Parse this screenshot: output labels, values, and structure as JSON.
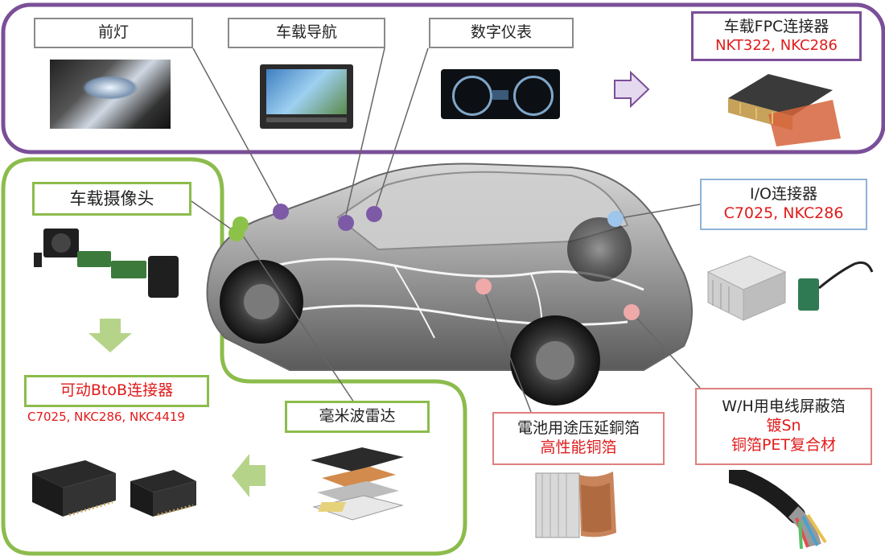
{
  "top_labels": {
    "headlight": "前灯",
    "navigation": "车载导航",
    "dashboard": "数字仪表",
    "fpc_title": "车载FPC连接器",
    "fpc_parts": "NKT322, NKC286"
  },
  "camera_label": "车载摄像头",
  "btob": {
    "title": "可动BtoB连接器",
    "parts": "C7025, NKC286, NKC4419"
  },
  "radar_label": "毫米波雷达",
  "battery": {
    "title": "電池用途压延銅箔",
    "subtitle": "高性能铜箔"
  },
  "io": {
    "title": "I/O连接器",
    "parts": "C7025, NKC286"
  },
  "wh": {
    "title": "W/H用电线屏蔽箔",
    "line2": "镀Sn",
    "line3": "铜箔PET复合材"
  },
  "colors": {
    "purple_frame": "#7b4f98",
    "green_frame": "#8cbc4c",
    "purple_dot": "#7d5aa6",
    "green_dot": "#8dc24a",
    "pink_dot": "#efa9a9",
    "blue_dot": "#9ec5ea",
    "red_text": "#e01b1b"
  }
}
